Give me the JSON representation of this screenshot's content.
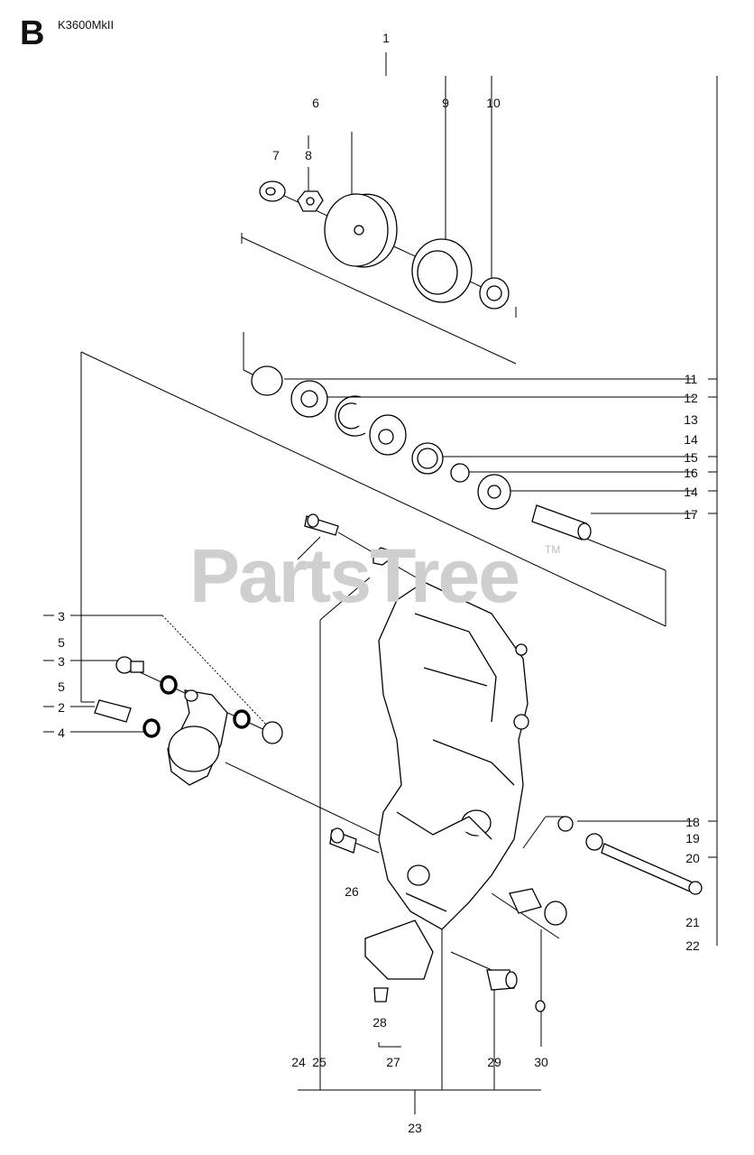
{
  "header": {
    "section": "B",
    "model": "K3600MkII"
  },
  "watermark": {
    "text": "PartsTree",
    "tm": "TM"
  },
  "callouts": [
    {
      "id": "c1",
      "label": "1"
    },
    {
      "id": "c6",
      "label": "6"
    },
    {
      "id": "c9",
      "label": "9"
    },
    {
      "id": "c10",
      "label": "10"
    },
    {
      "id": "c7",
      "label": "7"
    },
    {
      "id": "c8",
      "label": "8"
    },
    {
      "id": "c11",
      "label": "11"
    },
    {
      "id": "c12",
      "label": "12"
    },
    {
      "id": "c13",
      "label": "13"
    },
    {
      "id": "c14a",
      "label": "14"
    },
    {
      "id": "c15",
      "label": "15"
    },
    {
      "id": "c16",
      "label": "16"
    },
    {
      "id": "c14b",
      "label": "14"
    },
    {
      "id": "c17",
      "label": "17"
    },
    {
      "id": "c3a",
      "label": "3"
    },
    {
      "id": "c5a",
      "label": "5"
    },
    {
      "id": "c3b",
      "label": "3"
    },
    {
      "id": "c5b",
      "label": "5"
    },
    {
      "id": "c2",
      "label": "2"
    },
    {
      "id": "c4",
      "label": "4"
    },
    {
      "id": "c18",
      "label": "18"
    },
    {
      "id": "c19",
      "label": "19"
    },
    {
      "id": "c20",
      "label": "20"
    },
    {
      "id": "c26",
      "label": "26"
    },
    {
      "id": "c21",
      "label": "21"
    },
    {
      "id": "c22",
      "label": "22"
    },
    {
      "id": "c28",
      "label": "28"
    },
    {
      "id": "c24",
      "label": "24"
    },
    {
      "id": "c25",
      "label": "25"
    },
    {
      "id": "c27",
      "label": "27"
    },
    {
      "id": "c29",
      "label": "29"
    },
    {
      "id": "c30",
      "label": "30"
    },
    {
      "id": "c23",
      "label": "23"
    }
  ]
}
